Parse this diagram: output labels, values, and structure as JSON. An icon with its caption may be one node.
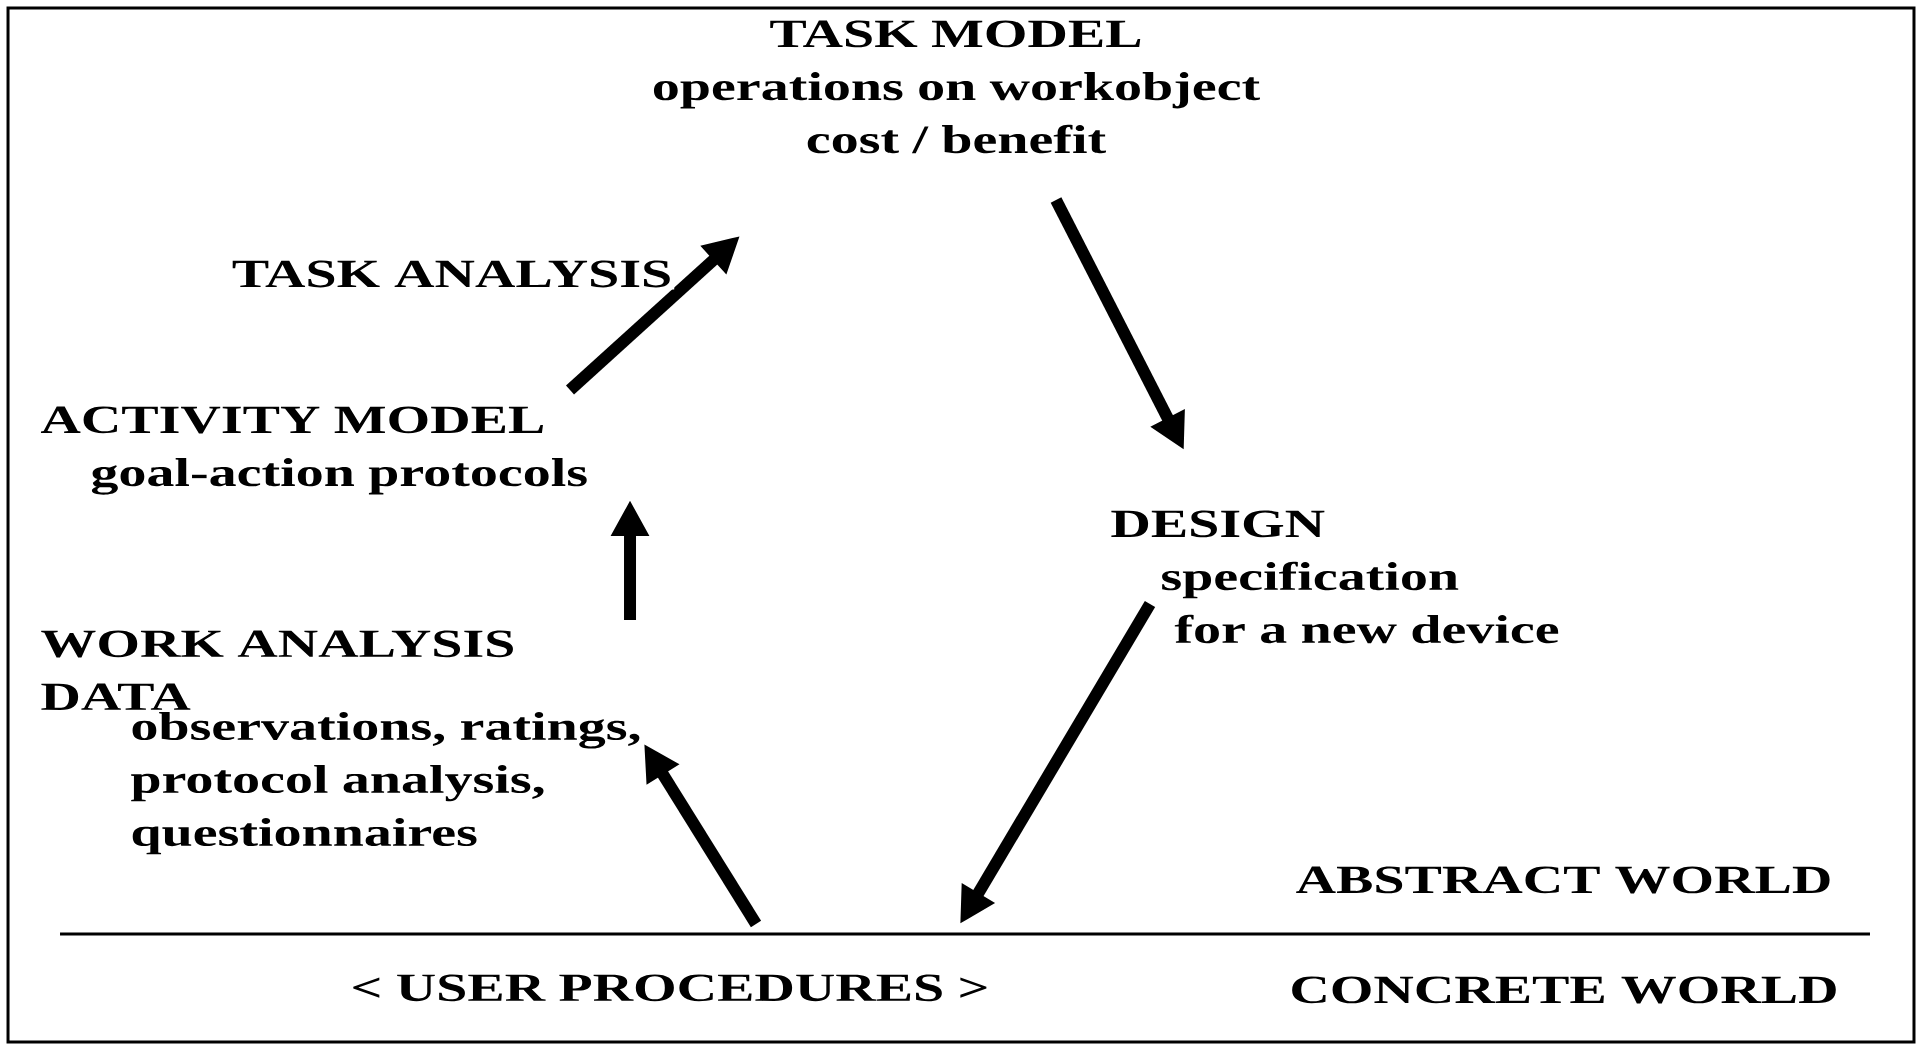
{
  "diagram": {
    "nodes": [
      {
        "text": [
          "TASK MODEL",
          "operations on workobject",
          "cost / benefit"
        ]
      },
      {
        "text": [
          "DESIGN",
          "specification",
          "for a new device"
        ]
      },
      {
        "text": [
          "ACTIVITY MODEL",
          "goal-action protocols"
        ]
      },
      {
        "text": [
          "WORK ANALYSIS DATA",
          "observations, ratings, protocol analysis, questionnaires"
        ]
      },
      {
        "text": [
          "< USER PROCEDURES >"
        ]
      }
    ],
    "edges": [
      {
        "from": 4,
        "to": 3,
        "arrow": "to"
      },
      {
        "from": 3,
        "to": 2,
        "arrow": "to"
      },
      {
        "from": 2,
        "to": 0,
        "arrow": "to",
        "label": "TASK ANALYSIS"
      },
      {
        "from": 0,
        "to": 1,
        "arrow": "to"
      },
      {
        "from": 1,
        "to": 4,
        "arrow": "to"
      }
    ],
    "labels": [
      "ABSTRACT WORLD",
      "CONCRETE WORLD"
    ]
  }
}
